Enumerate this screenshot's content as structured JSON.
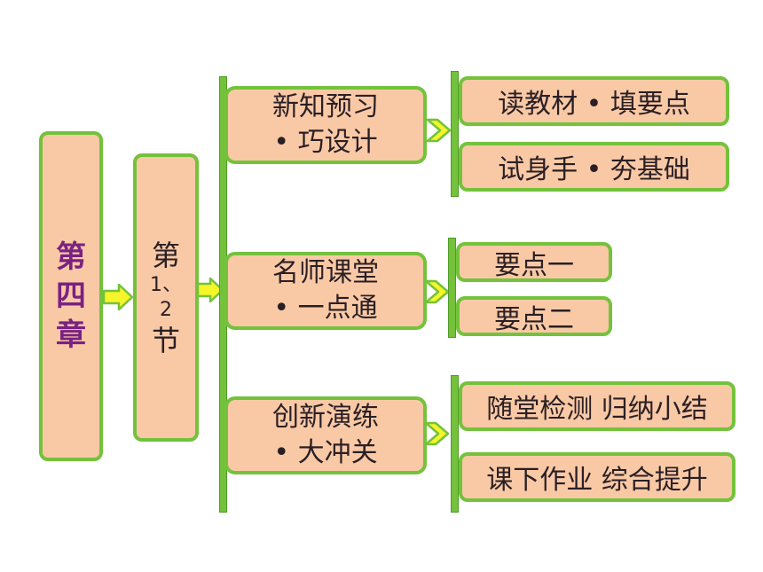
{
  "chapter": {
    "chars": [
      "第",
      "四",
      "章"
    ]
  },
  "section": {
    "char1": "第",
    "num": "1、",
    "num2": "2",
    "char2": "节"
  },
  "groups": [
    {
      "title_line1": "新知预习",
      "title_line2": "• 巧设计",
      "items": [
        "读教材 • 填要点",
        "试身手 • 夯基础"
      ]
    },
    {
      "title_line1": "名师课堂",
      "title_line2": "• 一点通",
      "items": [
        "要点一",
        "要点二"
      ]
    },
    {
      "title_line1": "创新演练",
      "title_line2": "• 大冲关",
      "items": [
        "随堂检测  归纳小结",
        "课下作业  综合提升"
      ]
    }
  ],
  "colors": {
    "box_fill": "#f9c9a6",
    "box_border": "#74c23c",
    "chapter_text": "#7a2181",
    "arrow_fill": "#f5f52a"
  }
}
